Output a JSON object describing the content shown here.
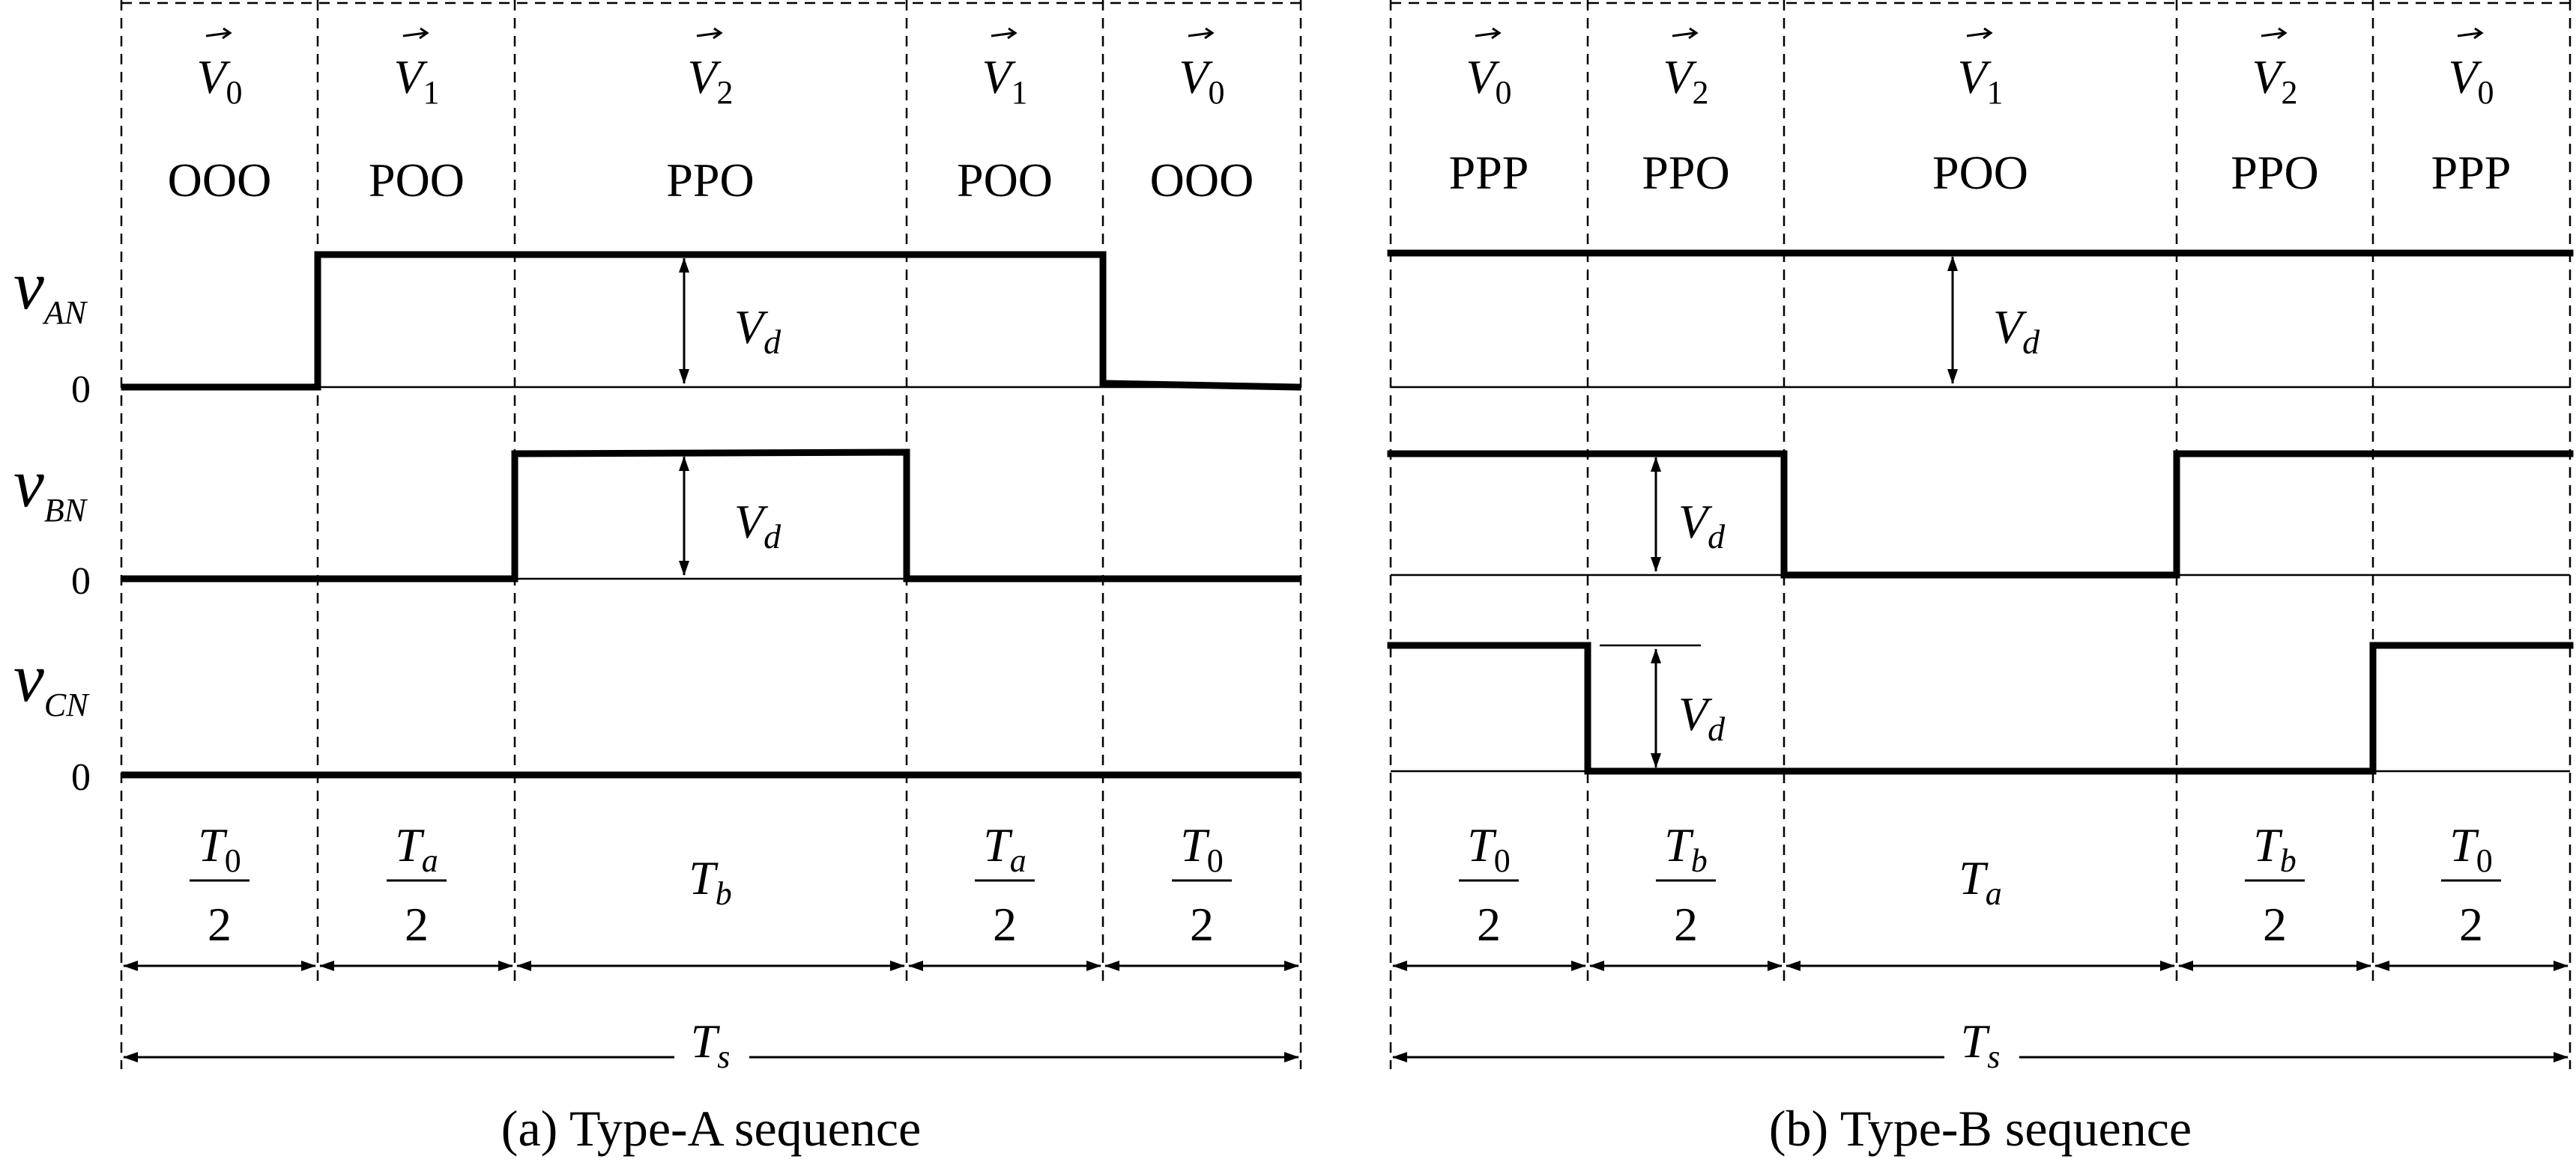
{
  "panels": [
    {
      "caption": "(a)  Type-A sequence",
      "vectors": [
        {
          "sub": "0",
          "state": "OOO"
        },
        {
          "sub": "1",
          "state": "POO"
        },
        {
          "sub": "2",
          "state": "PPO"
        },
        {
          "sub": "1",
          "state": "POO"
        },
        {
          "sub": "0",
          "state": "OOO"
        }
      ],
      "times": [
        {
          "num_sub": "0",
          "den": "2"
        },
        {
          "num_sub": "a",
          "den": "2"
        },
        {
          "sub": "b"
        },
        {
          "num_sub": "a",
          "den": "2"
        },
        {
          "num_sub": "0",
          "den": "2"
        }
      ],
      "period_sub": "s",
      "dim_label_sub": "d"
    },
    {
      "caption": "(b)  Type-B sequence",
      "vectors": [
        {
          "sub": "0",
          "state": "PPP"
        },
        {
          "sub": "2",
          "state": "PPO"
        },
        {
          "sub": "1",
          "state": "POO"
        },
        {
          "sub": "2",
          "state": "PPO"
        },
        {
          "sub": "0",
          "state": "PPP"
        }
      ],
      "times": [
        {
          "num_sub": "0",
          "den": "2"
        },
        {
          "num_sub": "b",
          "den": "2"
        },
        {
          "sub": "a"
        },
        {
          "num_sub": "b",
          "den": "2"
        },
        {
          "num_sub": "0",
          "den": "2"
        }
      ],
      "period_sub": "s",
      "dim_label_sub": "d"
    }
  ],
  "signals": [
    {
      "sub": "AN",
      "zero": "0"
    },
    {
      "sub": "BN",
      "zero": "0"
    },
    {
      "sub": "CN",
      "zero": "0"
    }
  ],
  "symbols": {
    "vector": "V",
    "voltage": "v",
    "time": "T",
    "dim": "V"
  },
  "waveforms": {
    "a": {
      "AN": [
        0,
        1,
        1,
        1,
        0
      ],
      "BN": [
        0,
        0,
        1,
        0,
        0
      ],
      "CN": [
        0,
        0,
        0,
        0,
        0
      ]
    },
    "b": {
      "AN": [
        1,
        1,
        1,
        1,
        1
      ],
      "BN": [
        1,
        1,
        0,
        1,
        1
      ],
      "CN": [
        1,
        0,
        0,
        0,
        1
      ]
    }
  }
}
